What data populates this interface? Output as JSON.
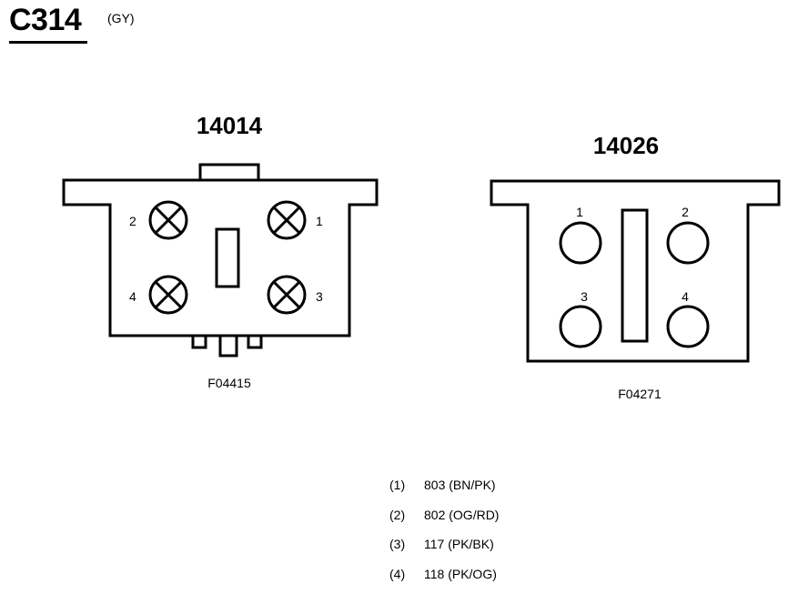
{
  "header": {
    "title": "C314",
    "color_code": "(GY)"
  },
  "connectors": [
    {
      "id": "14014",
      "label": "14014",
      "ref": "F04415",
      "pins": [
        {
          "number": "1",
          "style": "cross"
        },
        {
          "number": "2",
          "style": "cross"
        },
        {
          "number": "3",
          "style": "cross"
        },
        {
          "number": "4",
          "style": "cross"
        }
      ]
    },
    {
      "id": "14026",
      "label": "14026",
      "ref": "F04271",
      "pins": [
        {
          "number": "1",
          "style": "plain"
        },
        {
          "number": "2",
          "style": "plain"
        },
        {
          "number": "3",
          "style": "plain"
        },
        {
          "number": "4",
          "style": "plain"
        }
      ]
    }
  ],
  "legend": [
    {
      "num": "(1)",
      "text": "803 (BN/PK)"
    },
    {
      "num": "(2)",
      "text": "802 (OG/RD)"
    },
    {
      "num": "(3)",
      "text": "117 (PK/BK)"
    },
    {
      "num": "(4)",
      "text": "118 (PK/OG)"
    }
  ]
}
